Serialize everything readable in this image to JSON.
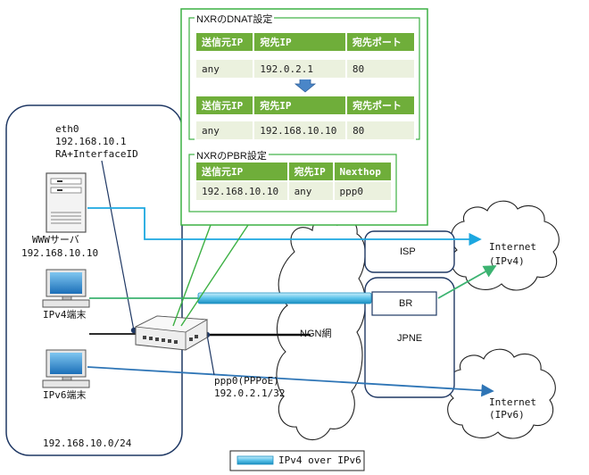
{
  "dnat": {
    "title": "NXRのDNAT設定",
    "headers": [
      "送信元IP",
      "宛先IP",
      "宛先ポート"
    ],
    "row_before": [
      "any",
      "192.0.2.1",
      "80"
    ],
    "row_after": [
      "any",
      "192.168.10.10",
      "80"
    ]
  },
  "pbr": {
    "title": "NXRのPBR設定",
    "headers": [
      "送信元IP",
      "宛先IP",
      "Nexthop"
    ],
    "row": [
      "192.168.10.10",
      "any",
      "ppp0"
    ]
  },
  "lan": {
    "eth0_name": "eth0",
    "eth0_ip": "192.168.10.1",
    "eth0_ra": "RA+InterfaceID",
    "www_name": "WWWサーバ",
    "www_ip": "192.168.10.10",
    "ipv4_terminal": "IPv4端末",
    "ipv6_terminal": "IPv6端末",
    "subnet": "192.168.10.0/24"
  },
  "wan": {
    "ppp_name": "ppp0(PPPoE)",
    "ppp_ip": "192.0.2.1/32",
    "ngn": "NGN網",
    "isp": "ISP",
    "br": "BR",
    "jpne": "JPNE",
    "internet_v4": [
      "Internet",
      "(IPv4)"
    ],
    "internet_v6": [
      "Internet",
      "(IPv6)"
    ]
  },
  "legend": {
    "tunnel_label": "IPv4 over IPv6"
  },
  "colors": {
    "frame_green": "#3cb043",
    "header_green": "#6fae3a",
    "row_green": "#ebf1de",
    "lan_border": "#1f3864",
    "ipv6_line": "#2e75b6",
    "www_line": "#1ca7e0",
    "ipv4_line": "#3cb371",
    "tunnel_fill": "#7fd0ee"
  }
}
